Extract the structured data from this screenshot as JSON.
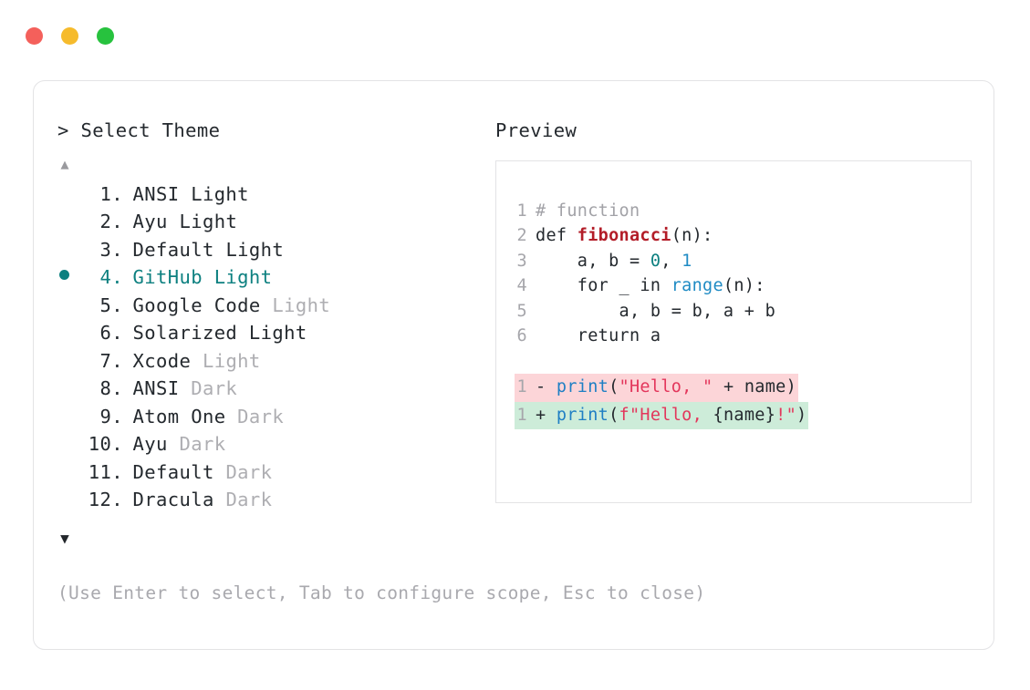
{
  "window": {
    "traffic_lights": [
      {
        "name": "close",
        "color": "#f4605b"
      },
      {
        "name": "minimize",
        "color": "#f6bb2c"
      },
      {
        "name": "maximize",
        "color": "#27c23e"
      }
    ]
  },
  "left": {
    "prompt": "> Select Theme",
    "scroll_up_icon": "▲",
    "scroll_down_icon": "▼",
    "items": [
      {
        "index": " 1.",
        "name": "ANSI",
        "variant": " Light",
        "variant_muted": false,
        "selected": false
      },
      {
        "index": " 2.",
        "name": "Ayu",
        "variant": " Light",
        "variant_muted": false,
        "selected": false
      },
      {
        "index": " 3.",
        "name": "Default",
        "variant": " Light",
        "variant_muted": false,
        "selected": false
      },
      {
        "index": " 4.",
        "name": "GitHub",
        "variant": " Light",
        "variant_muted": false,
        "selected": true
      },
      {
        "index": " 5.",
        "name": "Google Code",
        "variant": " Light",
        "variant_muted": true,
        "selected": false
      },
      {
        "index": " 6.",
        "name": "Solarized",
        "variant": " Light",
        "variant_muted": false,
        "selected": false
      },
      {
        "index": " 7.",
        "name": "Xcode",
        "variant": " Light",
        "variant_muted": true,
        "selected": false
      },
      {
        "index": " 8.",
        "name": "ANSI",
        "variant": " Dark",
        "variant_muted": true,
        "selected": false
      },
      {
        "index": " 9.",
        "name": "Atom One",
        "variant": " Dark",
        "variant_muted": true,
        "selected": false
      },
      {
        "index": "10.",
        "name": "Ayu",
        "variant": " Dark",
        "variant_muted": true,
        "selected": false
      },
      {
        "index": "11.",
        "name": "Default",
        "variant": " Dark",
        "variant_muted": true,
        "selected": false
      },
      {
        "index": "12.",
        "name": "Dracula",
        "variant": " Dark",
        "variant_muted": true,
        "selected": false
      }
    ]
  },
  "preview": {
    "label": "Preview",
    "code_lines": [
      {
        "no": "1",
        "tokens": [
          {
            "t": "# function",
            "c": "tok-comment"
          }
        ]
      },
      {
        "no": "2",
        "tokens": [
          {
            "t": "def ",
            "c": "tok-keyword"
          },
          {
            "t": "fibonacci",
            "c": "tok-func"
          },
          {
            "t": "(n):",
            "c": "tok-plain"
          }
        ]
      },
      {
        "no": "3",
        "tokens": [
          {
            "t": "    a, b = ",
            "c": "tok-plain"
          },
          {
            "t": "0",
            "c": "tok-number"
          },
          {
            "t": ", ",
            "c": "tok-plain"
          },
          {
            "t": "1",
            "c": "tok-number2"
          }
        ]
      },
      {
        "no": "4",
        "tokens": [
          {
            "t": "    for _ in ",
            "c": "tok-plain"
          },
          {
            "t": "range",
            "c": "tok-builtin"
          },
          {
            "t": "(n):",
            "c": "tok-plain"
          }
        ]
      },
      {
        "no": "5",
        "tokens": [
          {
            "t": "        a, b = b, a + b",
            "c": "tok-plain"
          }
        ]
      },
      {
        "no": "6",
        "tokens": [
          {
            "t": "    return a",
            "c": "tok-plain"
          }
        ]
      }
    ],
    "diff_lines": [
      {
        "no": "1",
        "marker": "- ",
        "kind": "del",
        "tokens": [
          {
            "t": "print",
            "c": "tok-call"
          },
          {
            "t": "(",
            "c": "tok-plain"
          },
          {
            "t": "\"Hello, \"",
            "c": "tok-string"
          },
          {
            "t": " + name)",
            "c": "tok-plain"
          }
        ]
      },
      {
        "no": "1",
        "marker": "+ ",
        "kind": "add",
        "tokens": [
          {
            "t": "print",
            "c": "tok-call"
          },
          {
            "t": "(",
            "c": "tok-plain"
          },
          {
            "t": "f\"Hello, ",
            "c": "tok-string"
          },
          {
            "t": "{name}",
            "c": "tok-plain"
          },
          {
            "t": "!\"",
            "c": "tok-string"
          },
          {
            "t": ")",
            "c": "tok-plain"
          }
        ]
      }
    ]
  },
  "footer": {
    "hint": "(Use Enter to select, Tab to configure scope, Esc to close)"
  }
}
